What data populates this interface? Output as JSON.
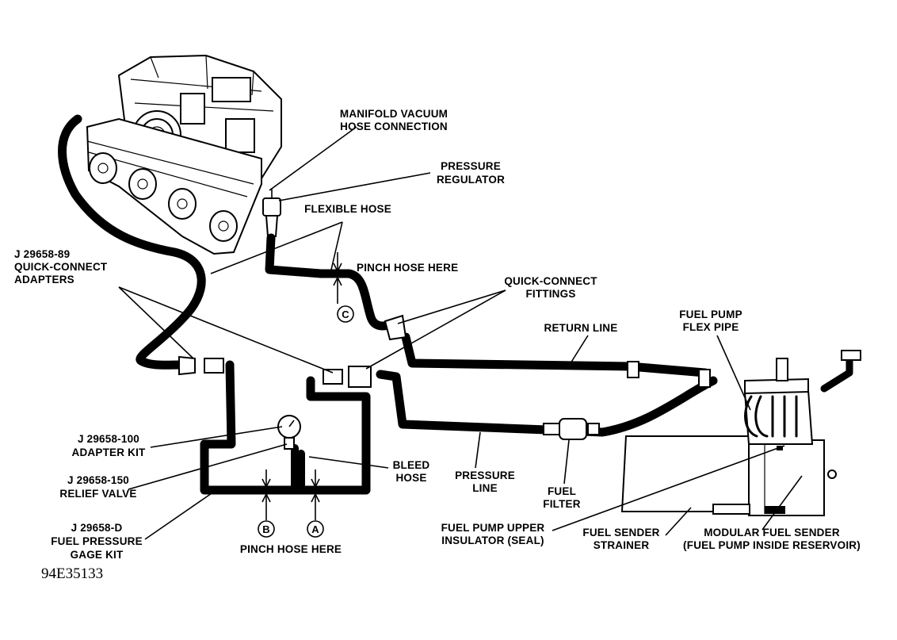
{
  "labels": {
    "manifold_vacuum": [
      "MANIFOLD VACUUM",
      "HOSE CONNECTION"
    ],
    "pressure_regulator": [
      "PRESSURE",
      "REGULATOR"
    ],
    "flexible_hose": "FLEXIBLE HOSE",
    "pinch_hose_top": "PINCH HOSE HERE",
    "quick_connect_adapters": [
      "J 29658-89",
      "QUICK-CONNECT",
      "ADAPTERS"
    ],
    "quick_connect_fittings": [
      "QUICK-CONNECT",
      "FITTINGS"
    ],
    "return_line": "RETURN LINE",
    "fuel_pump_flex_pipe": [
      "FUEL PUMP",
      "FLEX PIPE"
    ],
    "adapter_kit": [
      "J 29658-100",
      "ADAPTER KIT"
    ],
    "relief_valve": [
      "J 29658-150",
      "RELIEF VALVE"
    ],
    "bleed_hose": [
      "BLEED",
      "HOSE"
    ],
    "pressure_line": [
      "PRESSURE",
      "LINE"
    ],
    "fuel_filter": [
      "FUEL",
      "FILTER"
    ],
    "gage_kit": [
      "J 29658-D",
      "FUEL PRESSURE",
      "GAGE KIT"
    ],
    "pinch_hose_bottom": "PINCH HOSE HERE",
    "upper_insulator": [
      "FUEL PUMP UPPER",
      "INSULATOR (SEAL)"
    ],
    "sender_strainer": [
      "FUEL SENDER",
      "STRAINER"
    ],
    "modular_sender": [
      "MODULAR FUEL SENDER",
      "(FUEL PUMP INSIDE RESERVOIR)"
    ],
    "figure_code": "94E35133"
  },
  "markers": {
    "a": "A",
    "b": "B",
    "c": "C"
  }
}
